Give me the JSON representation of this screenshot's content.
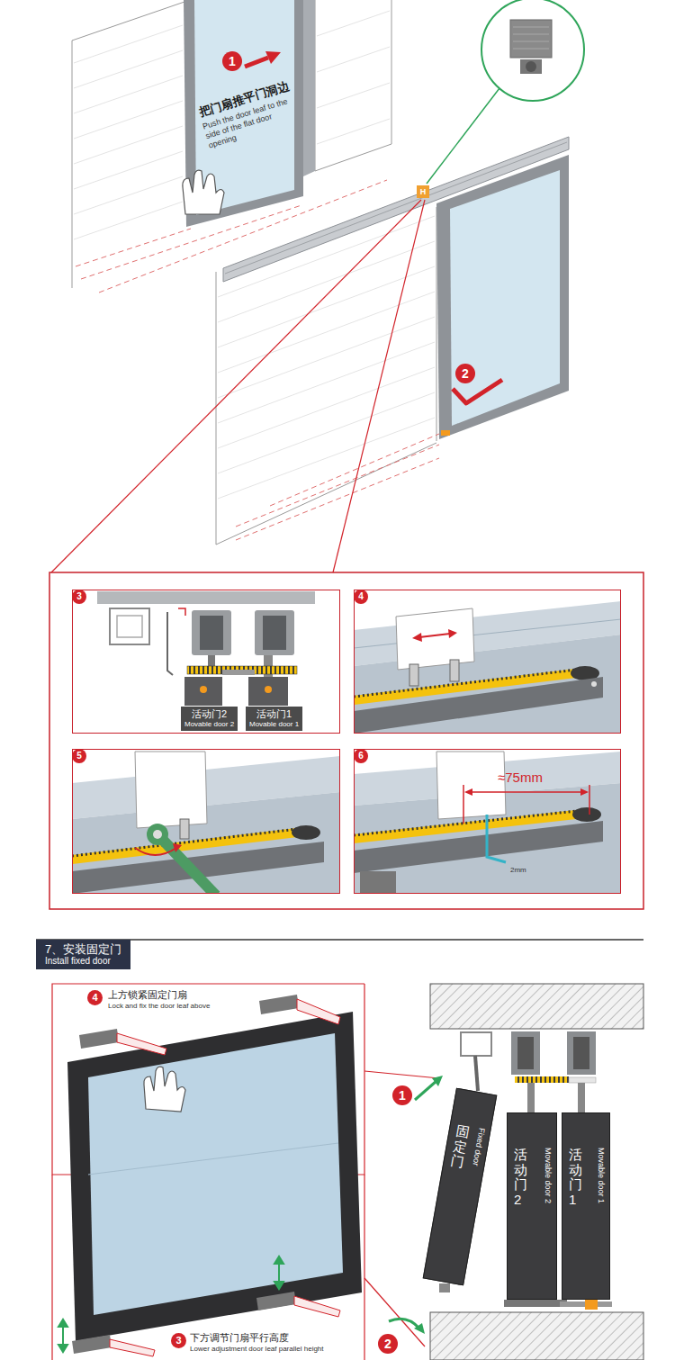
{
  "diagram": {
    "nodes": [
      {
        "text": [
          "3"
        ]
      },
      {
        "text": [
          "活动门2",
          "Movable door 2"
        ],
        "in": 0
      },
      {
        "text": [
          "活动门1",
          "Movable door 1"
        ],
        "in": 0
      },
      {
        "text": [
          "4"
        ]
      },
      {
        "text": [
          "5"
        ]
      },
      {
        "text": [
          "6"
        ]
      },
      {
        "text": [
          "7、安装固定门",
          "Install fixed door"
        ]
      },
      {
        "text": [
          "固定门",
          "Fixed door"
        ]
      },
      {
        "text": [
          "活动门2",
          "Movable door 2"
        ]
      },
      {
        "text": [
          "活动门1",
          "Movable door 1"
        ]
      }
    ],
    "labels": [
      "1",
      "把门扇推平门洞边",
      "Push the door leaf to the side of the flat door opening",
      "H",
      "2",
      "≈75mm",
      "2mm",
      "4",
      "上方锁紧固定门扇",
      "Lock and fix the door leaf above",
      "3",
      "下方调节门扇平行高度",
      "Lower adjustment door leaf parallel height",
      "1",
      "2"
    ]
  }
}
